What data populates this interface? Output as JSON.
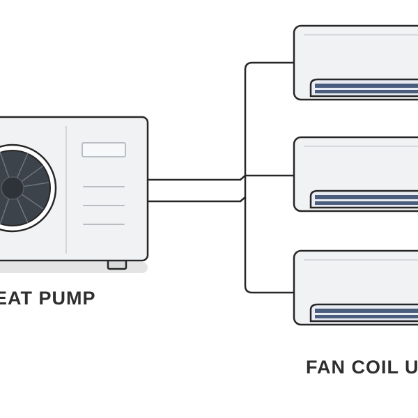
{
  "labels": {
    "heat_pump": "EAT PUMP",
    "fan_coil": "FAN COIL U"
  },
  "colors": {
    "outline": "#262626",
    "unit_body": "#f1f2f4",
    "fan_dark": "#3d434b",
    "vent_blue": "#4a5d7d",
    "vent_light": "#e9edf3",
    "shadow": "#e4e4e4",
    "text": "#2e2e2e"
  },
  "components": {
    "heat_pump_unit": "outdoor-heat-pump",
    "fan_coil_units": [
      "fan-coil-unit-1",
      "fan-coil-unit-2",
      "fan-coil-unit-3"
    ]
  }
}
